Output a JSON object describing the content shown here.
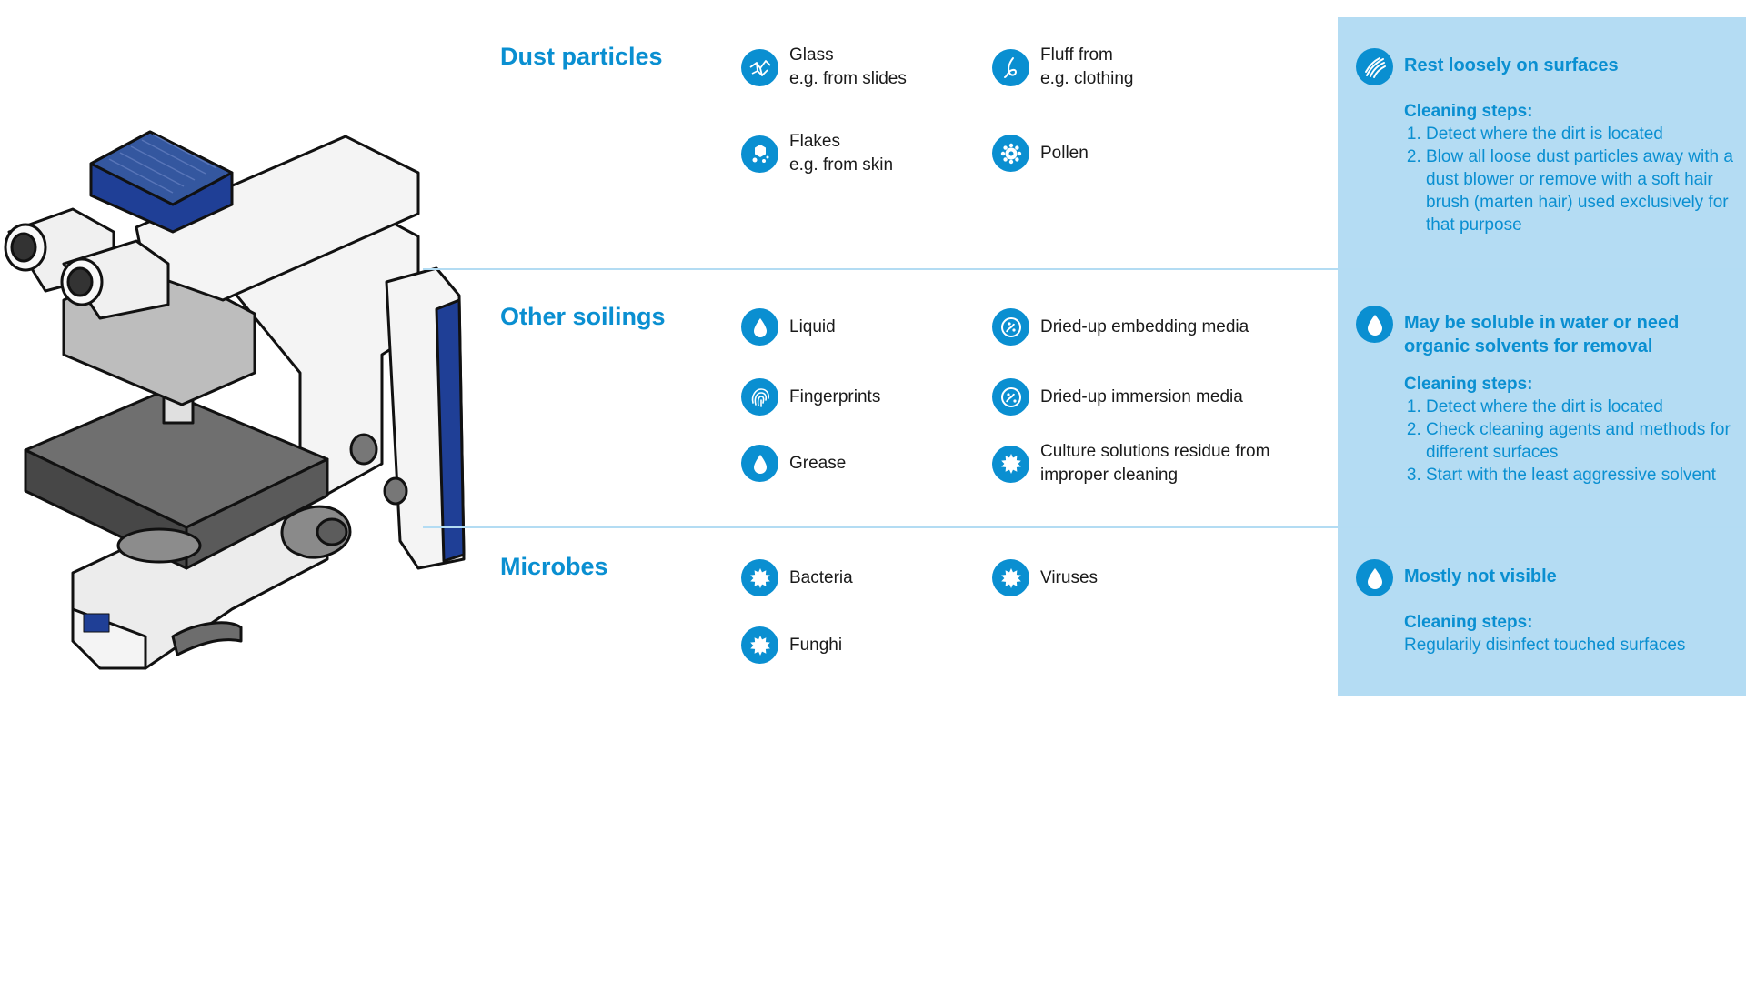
{
  "sections": [
    {
      "title": "Dust particles",
      "items": [
        {
          "icon": "glass-shards-icon",
          "line1": "Glass",
          "line2": "e.g. from slides"
        },
        {
          "icon": "fluff-icon",
          "line1": "Fluff from",
          "line2": "e.g. clothing"
        },
        {
          "icon": "flakes-icon",
          "line1": "Flakes",
          "line2": "e.g. from skin"
        },
        {
          "icon": "pollen-icon",
          "line1": "Pollen",
          "line2": ""
        }
      ],
      "box": {
        "icon": "dust-stream-icon",
        "title": "Rest loosely on surfaces",
        "steps_heading": "Cleaning steps:",
        "steps": [
          "Detect where the dirt is located",
          "Blow all loose dust particles away with a dust blower or remove with a soft hair brush (marten hair) used exclusively for that purpose"
        ]
      }
    },
    {
      "title": "Other soilings",
      "items": [
        {
          "icon": "drop-icon",
          "line1": "Liquid",
          "line2": ""
        },
        {
          "icon": "embedding-media-icon",
          "line1": "Dried-up embedding media",
          "line2": ""
        },
        {
          "icon": "fingerprint-icon",
          "line1": "Fingerprints",
          "line2": ""
        },
        {
          "icon": "immersion-media-icon",
          "line1": "Dried-up immersion media",
          "line2": ""
        },
        {
          "icon": "drop-icon",
          "line1": "Grease",
          "line2": ""
        },
        {
          "icon": "microbe-icon",
          "line1": "Culture solutions residue from",
          "line2": "improper cleaning"
        }
      ],
      "box": {
        "icon": "drop-icon",
        "title": "May be soluble in water or need organic solvents for removal",
        "steps_heading": "Cleaning steps:",
        "steps": [
          "Detect where the dirt is located",
          "Check cleaning agents and methods for different surfaces",
          "Start with the least aggressive solvent"
        ]
      }
    },
    {
      "title": "Microbes",
      "items": [
        {
          "icon": "microbe-icon",
          "line1": "Bacteria",
          "line2": ""
        },
        {
          "icon": "microbe-icon",
          "line1": "Viruses",
          "line2": ""
        },
        {
          "icon": "microbe-icon",
          "line1": "Funghi",
          "line2": ""
        }
      ],
      "box": {
        "icon": "drop-icon",
        "title": "Mostly not visible",
        "steps_heading": "Cleaning steps:",
        "text": "Regularily disinfect touched surfaces"
      }
    }
  ],
  "colors": {
    "accent": "#0a8fd1",
    "box_background": "#b4dcf3",
    "separator": "#b3dcf3",
    "text": "#1a1a1a",
    "microscope_blue": "#1f3f96"
  }
}
